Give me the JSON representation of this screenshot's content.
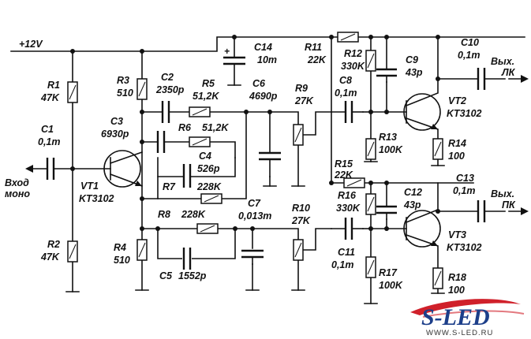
{
  "labels": {
    "supply": "+12V",
    "input_line1": "Вход",
    "input_line2": "моно",
    "out_lk_line1": "Вых.",
    "out_lk_line2": "ЛК",
    "out_pk_line1": "Вых.",
    "out_pk_line2": "ПК"
  },
  "components": {
    "R1": {
      "name": "R1",
      "value": "47K"
    },
    "R2": {
      "name": "R2",
      "value": "47K"
    },
    "R3": {
      "name": "R3",
      "value": "510"
    },
    "R4": {
      "name": "R4",
      "value": "510"
    },
    "R5": {
      "name": "R5",
      "value": "51,2K"
    },
    "R6": {
      "name": "R6",
      "value": "51,2K"
    },
    "R7": {
      "name": "R7",
      "value": "228K"
    },
    "R8": {
      "name": "R8",
      "value": "228K"
    },
    "R9": {
      "name": "R9",
      "value": "27K"
    },
    "R10": {
      "name": "R10",
      "value": "27K"
    },
    "R11": {
      "name": "R11",
      "value": "22K"
    },
    "R12": {
      "name": "R12",
      "value": "330K"
    },
    "R13": {
      "name": "R13",
      "value": "100K"
    },
    "R14": {
      "name": "R14",
      "value": "100"
    },
    "R15": {
      "name": "R15",
      "value": "22K"
    },
    "R16": {
      "name": "R16",
      "value": "330K"
    },
    "R17": {
      "name": "R17",
      "value": "100K"
    },
    "R18": {
      "name": "R18",
      "value": "100"
    },
    "C1": {
      "name": "C1",
      "value": "0,1m"
    },
    "C2": {
      "name": "C2",
      "value": "2350p"
    },
    "C3": {
      "name": "C3",
      "value": "6930p"
    },
    "C4": {
      "name": "C4",
      "value": "526p"
    },
    "C5": {
      "name": "C5",
      "value": "1552p"
    },
    "C6": {
      "name": "C6",
      "value": "4690p"
    },
    "C7": {
      "name": "C7",
      "value": "0,013m"
    },
    "C8": {
      "name": "C8",
      "value": "0,1m"
    },
    "C9": {
      "name": "C9",
      "value": "43p"
    },
    "C10": {
      "name": "C10",
      "value": "0,1m"
    },
    "C11": {
      "name": "C11",
      "value": "0,1m"
    },
    "C12": {
      "name": "C12",
      "value": "43p"
    },
    "C13": {
      "name": "C13",
      "value": "0,1m"
    },
    "C14": {
      "name": "C14",
      "value": "10m"
    },
    "VT1": {
      "name": "VT1",
      "value": "KT3102"
    },
    "VT2": {
      "name": "VT2",
      "value": "KT3102"
    },
    "VT3": {
      "name": "VT3",
      "value": "KT3102"
    }
  },
  "logo": {
    "word": "S-LED",
    "url": "WWW.S-LED.RU",
    "accent_color": "#d0202a",
    "brand_color": "#1d3f8a"
  }
}
